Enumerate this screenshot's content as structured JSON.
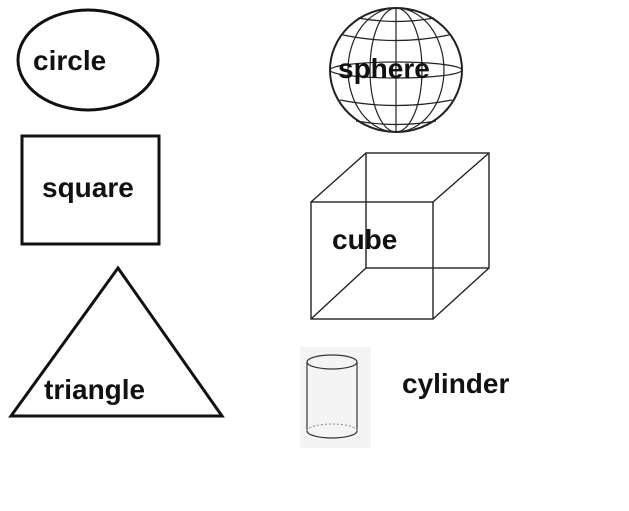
{
  "shapes_2d": {
    "circle": "circle",
    "square": "square",
    "triangle": "triangle"
  },
  "shapes_3d": {
    "sphere": "sphere",
    "cube": "cube",
    "cylinder": "cylinder"
  },
  "colors": {
    "ink": "#111111",
    "background": "#ffffff",
    "cylinder_tile": "#f4f4f4"
  }
}
